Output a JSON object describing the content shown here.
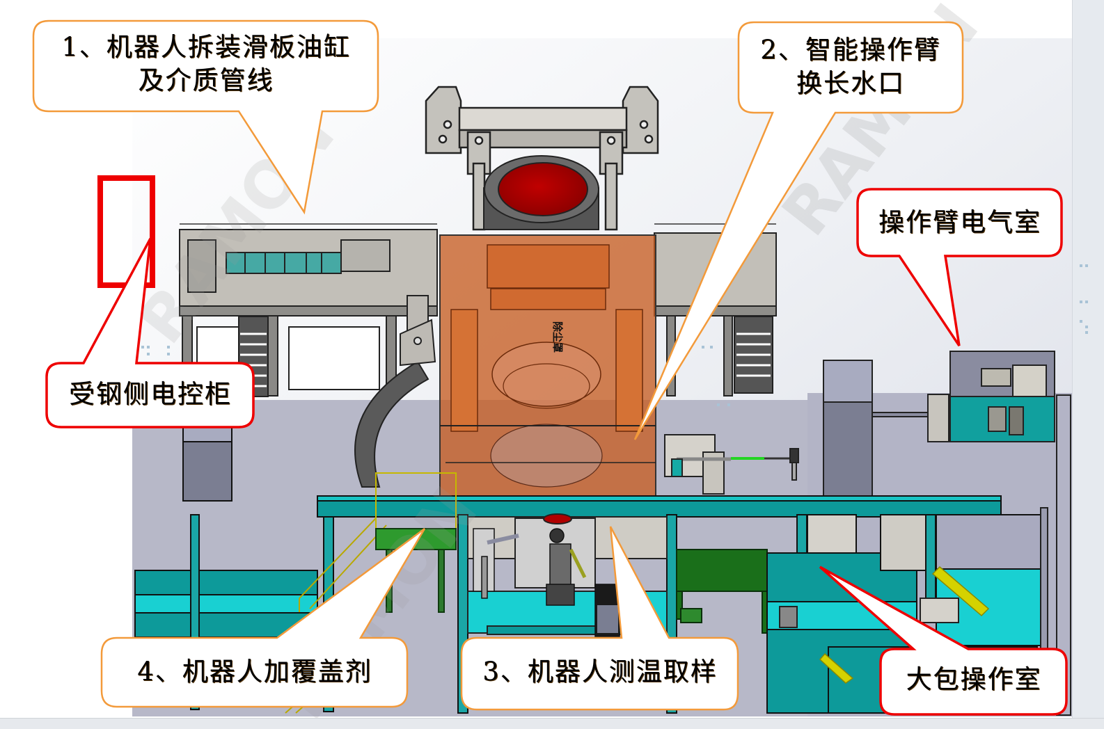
{
  "diagram": {
    "title": "连铸平台机器人及智能操作臂布置图",
    "watermark": "RAMON",
    "equipment_label": "除尘罩",
    "colors": {
      "orange_callout_border": "#f39a3a",
      "red_callout_border": "#ee0000",
      "steel_red": "#b00000",
      "hood_orange": "#c8642a",
      "platform_teal": "#0d9a9a",
      "light_cyan": "#19d0d2",
      "bg_gray": "#b7b8c8",
      "frame_gray": "#c2bfb8",
      "green_frame": "#1a6f1a",
      "stair_yellow": "#d4d200"
    },
    "callouts": [
      {
        "id": "1",
        "line1": "1、机器人拆装滑板油缸",
        "line2": "及介质管线",
        "style": "orange"
      },
      {
        "id": "2",
        "line1": "2、智能操作臂",
        "line2": "换长水口",
        "style": "orange"
      },
      {
        "id": "3",
        "line1": "3、机器人测温取样",
        "line2": "",
        "style": "orange"
      },
      {
        "id": "4",
        "line1": "4、机器人加覆盖剂",
        "line2": "",
        "style": "orange"
      },
      {
        "id": "arm-electrical-room",
        "line1": "操作臂电气室",
        "line2": "",
        "style": "red"
      },
      {
        "id": "receiving-side-cabinet",
        "line1": "受钢侧电控柜",
        "line2": "",
        "style": "red"
      },
      {
        "id": "ladle-operation-room",
        "line1": "大包操作室",
        "line2": "",
        "style": "red"
      }
    ]
  }
}
